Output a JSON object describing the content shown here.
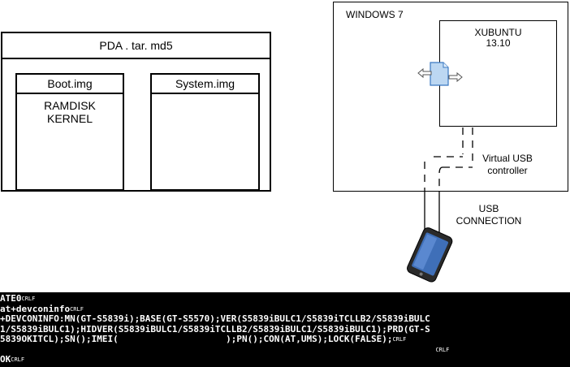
{
  "pda": {
    "title": "PDA . tar. md5",
    "boot": {
      "title": "Boot.img",
      "line1": "RAMDISK",
      "line2": "KERNEL"
    },
    "system": {
      "title": "System.img"
    }
  },
  "host": {
    "label": "WINDOWS 7",
    "guest": {
      "line1": "XUBUNTU",
      "line2": "13.10"
    },
    "virtual_usb": {
      "line1": "Virtual USB",
      "line2": "controller"
    }
  },
  "usb": {
    "line1": "USB",
    "line2": "CONNECTION"
  },
  "icons": [
    "file-share-icon",
    "smartphone-icon"
  ],
  "terminal": {
    "lines": [
      {
        "text": "ATE0",
        "crlf": true
      },
      {
        "text": "at+devconinfo",
        "crlf": true
      },
      {
        "text": "+DEVCONINFO:MN(GT-S5839i);BASE(GT-S5570);VER(S5839iBULC1/S5839iTCLLB2/S5839iBULC",
        "crlf": false
      },
      {
        "text": "1/S5839iBULC1);HIDVER(S5839iBULC1/S5839iTCLLB2/S5839iBULC1/S5839iBULC1);PRD(GT-S",
        "crlf": false
      },
      {
        "text": "5839OKITCL);SN();IMEI(                    );PN();CON(AT,UMS);LOCK(FALSE);",
        "crlf": true
      },
      {
        "text": "                                                                                 ",
        "crlf": true
      },
      {
        "text": "OK",
        "crlf": true
      }
    ],
    "crlf_label": "CRLF"
  }
}
